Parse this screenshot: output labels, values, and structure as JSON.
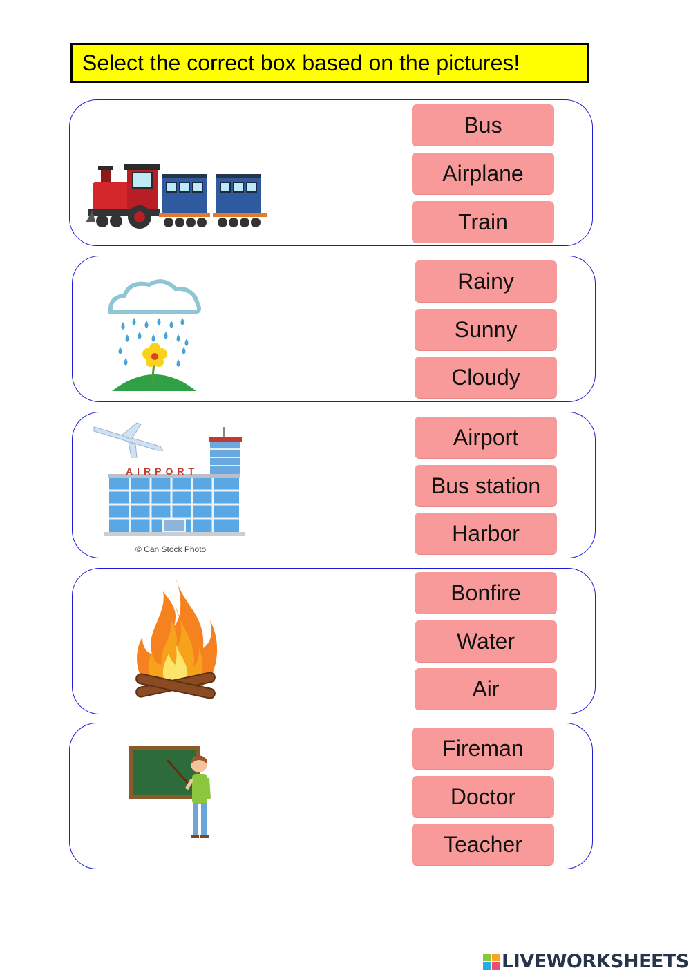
{
  "instruction": "Select the correct box based on the pictures!",
  "questions": [
    {
      "picture": "train",
      "options": [
        "Bus",
        "Airplane",
        "Train"
      ]
    },
    {
      "picture": "rain",
      "options": [
        "Rainy",
        "Sunny",
        "Cloudy"
      ]
    },
    {
      "picture": "airport",
      "sign": "AIRPORT",
      "credit": "© Can Stock Photo",
      "options": [
        "Airport",
        "Bus station",
        "Harbor"
      ]
    },
    {
      "picture": "bonfire",
      "options": [
        "Bonfire",
        "Water",
        "Air"
      ]
    },
    {
      "picture": "teacher",
      "options": [
        "Fireman",
        "Doctor",
        "Teacher"
      ]
    }
  ],
  "brand": "LIVEWORKSHEETS",
  "colors": {
    "instruction_bg": "#ffff00",
    "card_border": "#1c1cd8",
    "option_bg": "#f99a9a"
  }
}
